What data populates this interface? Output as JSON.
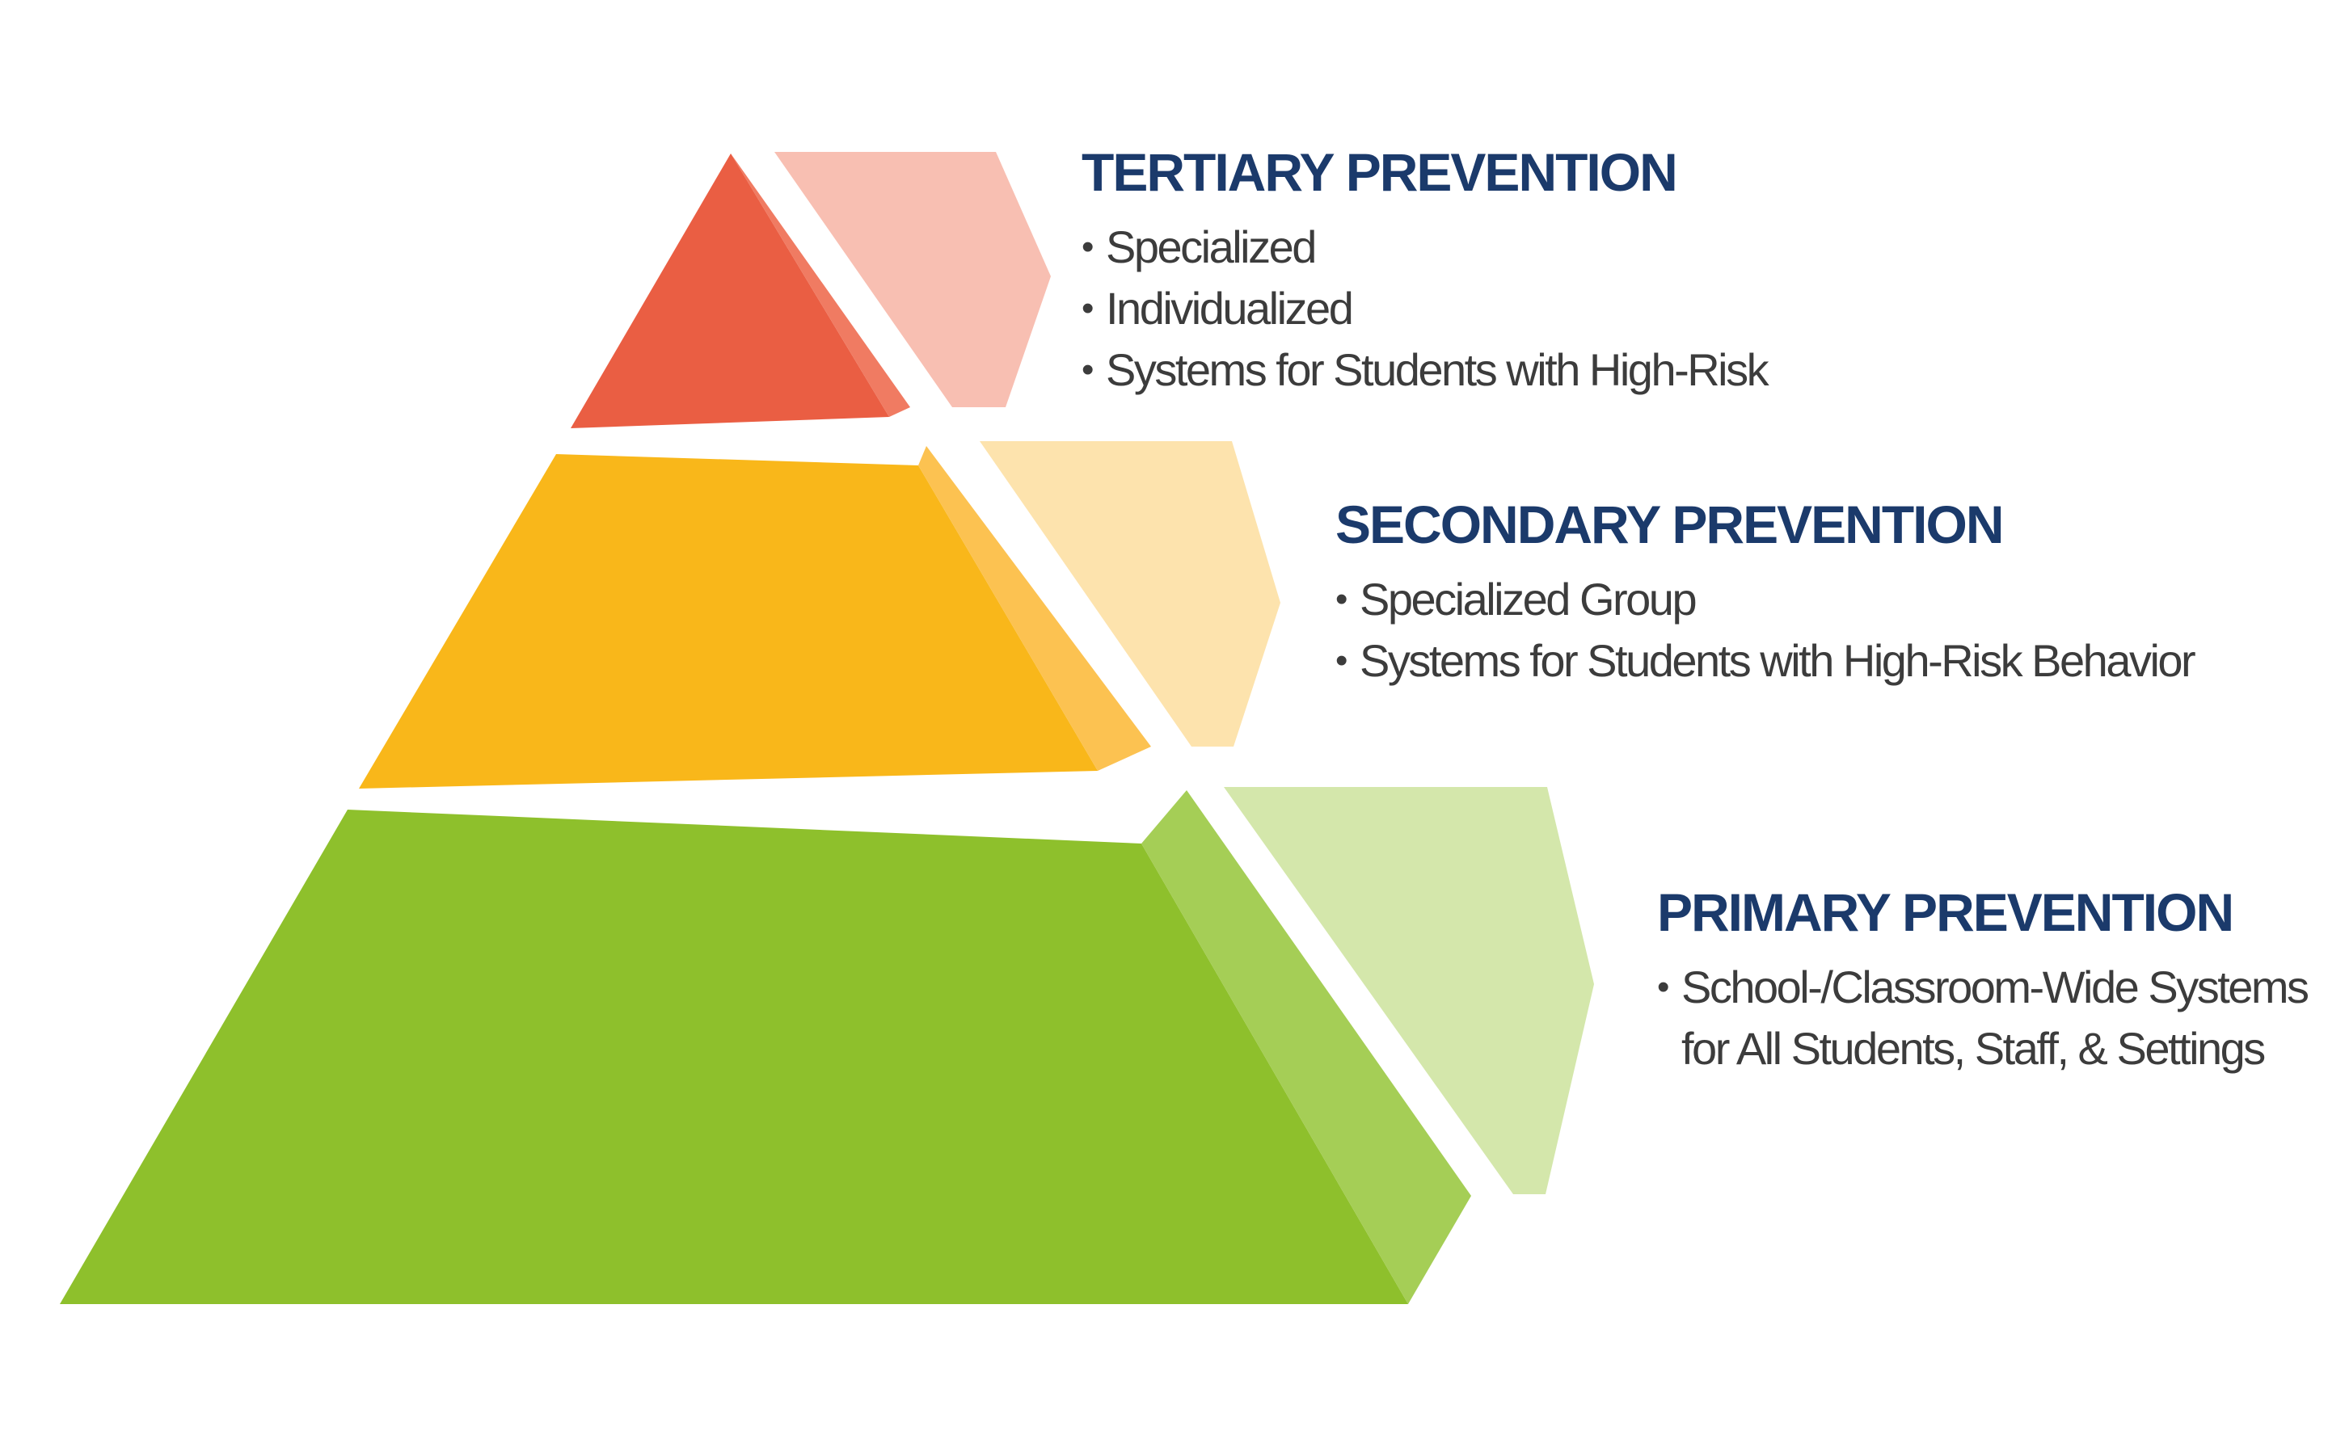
{
  "tiers": [
    {
      "id": "tertiary",
      "title": "TERTIARY PREVENTION",
      "bullets": [
        "Specialized",
        "Individualized",
        "Systems for Students with High-Risk"
      ],
      "colors": {
        "front": "#ea5e43",
        "side": "#f07b62",
        "tab": "#f8bfb2"
      }
    },
    {
      "id": "secondary",
      "title": "SECONDARY PREVENTION",
      "bullets": [
        "Specialized Group",
        "Systems for Students with High-Risk Behavior"
      ],
      "colors": {
        "front": "#f9b71a",
        "side": "#fcc251",
        "tab": "#fde3ad"
      }
    },
    {
      "id": "primary",
      "title": "PRIMARY PREVENTION",
      "bullets": [
        "School-/Classroom-Wide Systems",
        "for All Students, Staff, & Settings"
      ],
      "colors": {
        "front": "#8ec02c",
        "side": "#a5ce56",
        "tab": "#d4e7ab"
      }
    }
  ],
  "colors": {
    "title": "#1b3a6b",
    "body_text": "#3c3c3c",
    "background": "#ffffff"
  }
}
